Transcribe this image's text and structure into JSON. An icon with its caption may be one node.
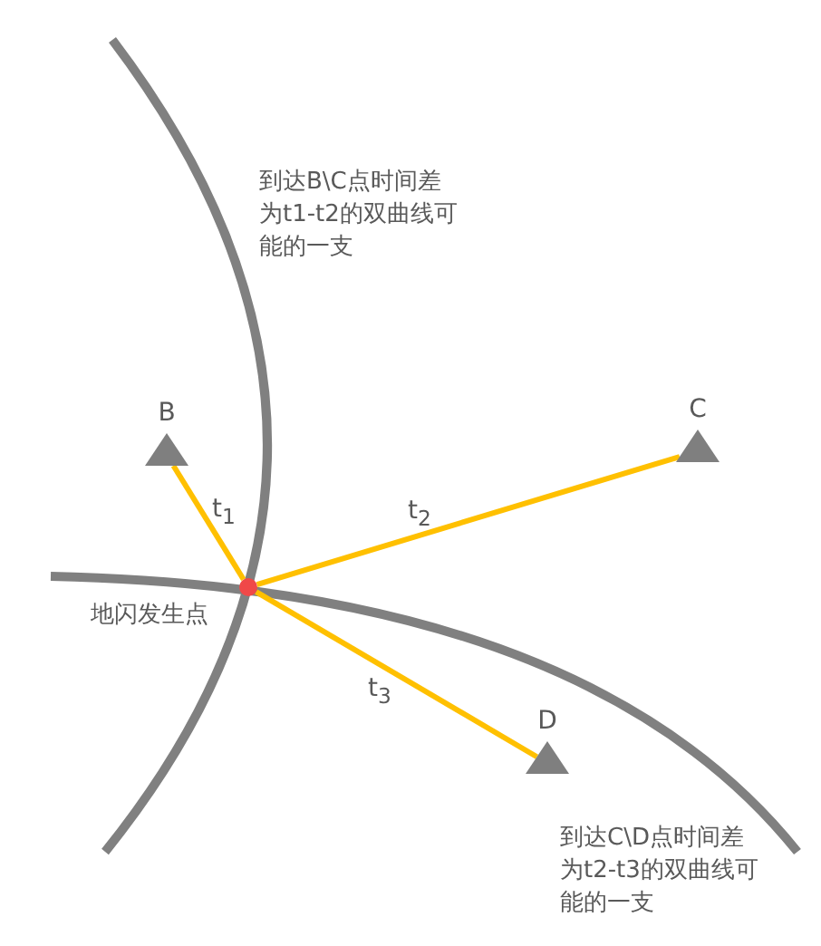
{
  "diagram": {
    "nodes": [
      {
        "text": [
          "B"
        ]
      },
      {
        "text": [
          "C"
        ]
      },
      {
        "text": [],
        "shape": "circle",
        "beside": [
          "地闪发生点"
        ]
      },
      {
        "text": [
          "D"
        ]
      }
    ],
    "edges": [
      {
        "from": 2,
        "to": 0,
        "arrow": "none",
        "label": "t$_{1}$"
      },
      {
        "from": 2,
        "to": 1,
        "arrow": "none",
        "label": "t$_{2}$"
      },
      {
        "from": 2,
        "to": 3,
        "arrow": "none",
        "label": "t$_{3}$"
      }
    ],
    "labels": [
      "到达B\\C点时间差为t1-t2的双曲线可能的一支",
      "到达C\\D点时间差为t2-t3的双曲线可能的一支"
    ]
  }
}
